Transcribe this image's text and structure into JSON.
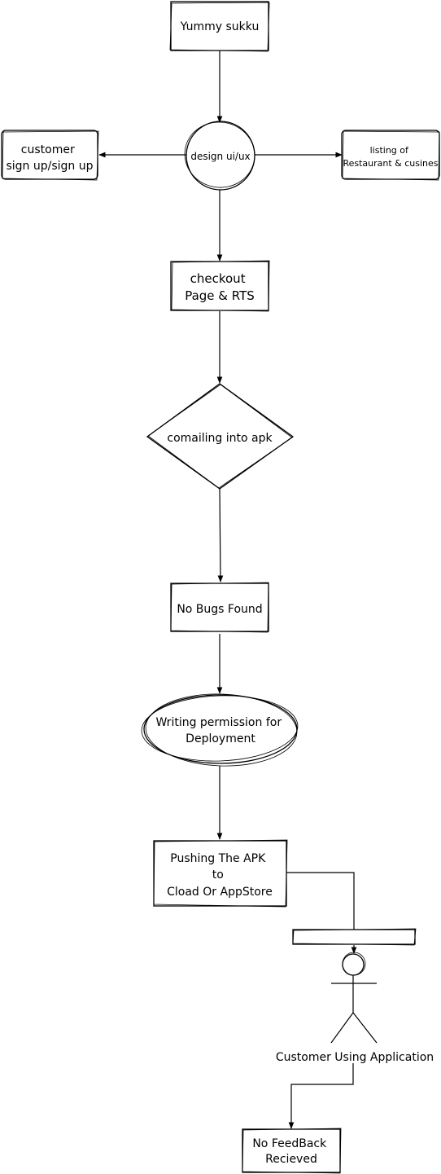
{
  "diagram": {
    "nodes": {
      "yummy_sukku": {
        "lines": [
          "Yummy sukku"
        ]
      },
      "design_uiux": {
        "lines": [
          "design ui/ux"
        ]
      },
      "customer_signup": {
        "lines": [
          "customer",
          "sign up/sign up"
        ]
      },
      "listing": {
        "lines": [
          "listing of",
          "Restaurant & cusines"
        ]
      },
      "checkout": {
        "lines": [
          "checkout",
          "Page & RTS"
        ]
      },
      "compiling_apk": {
        "lines": [
          "comailing into apk"
        ]
      },
      "no_bugs": {
        "lines": [
          "No Bugs Found"
        ]
      },
      "writing_permission": {
        "lines": [
          "Writing permission for",
          "Deployment"
        ]
      },
      "pushing_apk": {
        "lines": [
          "Pushing The APK",
          "to",
          "Cload Or AppStore"
        ]
      },
      "customer_actor": {
        "lines": [
          "Customer Using Application"
        ]
      },
      "no_feedback": {
        "lines": [
          "No FeedBack",
          "Recieved"
        ]
      }
    }
  }
}
